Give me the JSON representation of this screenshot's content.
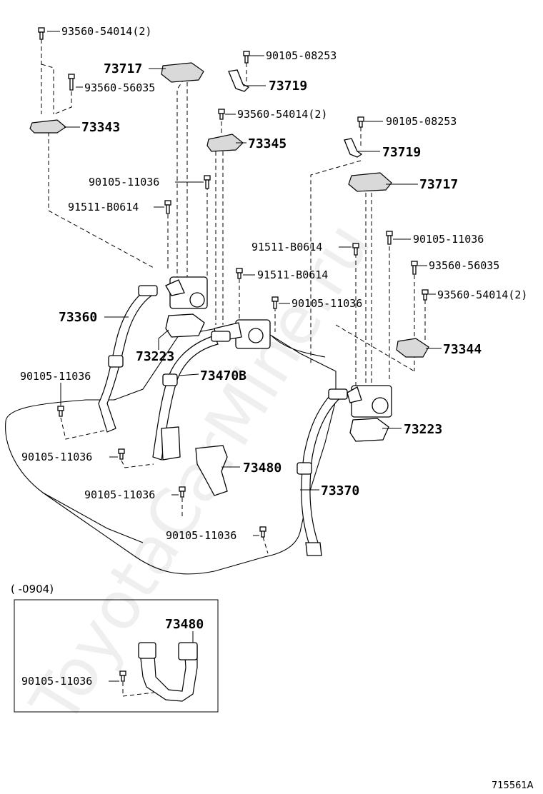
{
  "watermark": "ToyotaCarMine.ru",
  "figure_number": "715561A",
  "inset_note": "(       -0904)",
  "labels": {
    "p93560_54014_a": "93560-54014(2)",
    "p73717_a": "73717",
    "p93560_56035_a": "93560-56035",
    "p73343": "73343",
    "p90105_08253_a": "90105-08253",
    "p73719_a": "73719",
    "p93560_54014_b": "93560-54014(2)",
    "p73345": "73345",
    "p90105_08253_b": "90105-08253",
    "p73719_b": "73719",
    "p90105_11036_a": "90105-11036",
    "p91511_b0614_a": "91511-B0614",
    "p73717_b": "73717",
    "p91511_b0614_b": "91511-B0614",
    "p90105_11036_b": "90105-11036",
    "p91511_b0614_c": "91511-B0614",
    "p93560_56035_b": "93560-56035",
    "p93560_54014_c": "93560-54014(2)",
    "p73360": "73360",
    "p90105_11036_c": "90105-11036",
    "p73344": "73344",
    "p73223_a": "73223",
    "p73470b": "73470B",
    "p90105_11036_d": "90105-11036",
    "p73223_b": "73223",
    "p90105_11036_e": "90105-11036",
    "p73480_a": "73480",
    "p90105_11036_f": "90105-11036",
    "p73370": "73370",
    "p90105_11036_g": "90105-11036",
    "p73480_b": "73480",
    "p90105_11036_h": "90105-11036"
  }
}
